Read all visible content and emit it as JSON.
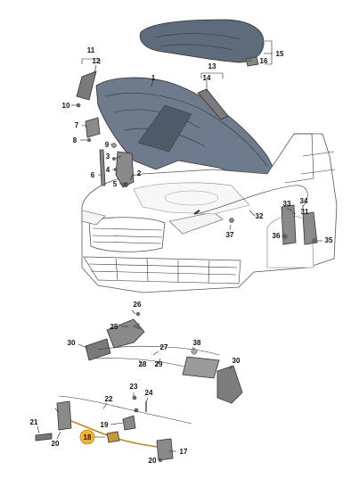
{
  "callouts": [
    {
      "id": "c1",
      "text": "1"
    },
    {
      "id": "c2",
      "text": "2"
    },
    {
      "id": "c3",
      "text": "3"
    },
    {
      "id": "c4",
      "text": "4"
    },
    {
      "id": "c5",
      "text": "5"
    },
    {
      "id": "c6",
      "text": "6"
    },
    {
      "id": "c7",
      "text": "7"
    },
    {
      "id": "c8",
      "text": "8"
    },
    {
      "id": "c9",
      "text": "9"
    },
    {
      "id": "c10",
      "text": "10"
    },
    {
      "id": "c11",
      "text": "11"
    },
    {
      "id": "c12",
      "text": "12"
    },
    {
      "id": "c13",
      "text": "13"
    },
    {
      "id": "c14",
      "text": "14"
    },
    {
      "id": "c15",
      "text": "15"
    },
    {
      "id": "c16",
      "text": "16"
    },
    {
      "id": "c17",
      "text": "17"
    },
    {
      "id": "c18",
      "text": "18"
    },
    {
      "id": "c19",
      "text": "19"
    },
    {
      "id": "c20a",
      "text": "20"
    },
    {
      "id": "c20b",
      "text": "20"
    },
    {
      "id": "c21",
      "text": "21"
    },
    {
      "id": "c22",
      "text": "22"
    },
    {
      "id": "c23",
      "text": "23"
    },
    {
      "id": "c24",
      "text": "24"
    },
    {
      "id": "c25",
      "text": "25"
    },
    {
      "id": "c26",
      "text": "26"
    },
    {
      "id": "c27",
      "text": "27"
    },
    {
      "id": "c28",
      "text": "28"
    },
    {
      "id": "c29",
      "text": "29"
    },
    {
      "id": "c30a",
      "text": "30"
    },
    {
      "id": "c30b",
      "text": "30"
    },
    {
      "id": "c31",
      "text": "31"
    },
    {
      "id": "c32",
      "text": "32"
    },
    {
      "id": "c33",
      "text": "33"
    },
    {
      "id": "c34",
      "text": "34"
    },
    {
      "id": "c35",
      "text": "35"
    },
    {
      "id": "c36",
      "text": "36"
    },
    {
      "id": "c37",
      "text": "37"
    },
    {
      "id": "c38",
      "text": "38"
    }
  ],
  "highlight": {
    "text": "18",
    "color": "#f2b233"
  },
  "colors": {
    "hood": "#6d7b8c",
    "hood_dark": "#4e5a68",
    "part": "#7a7a7a",
    "line": "#333333"
  }
}
